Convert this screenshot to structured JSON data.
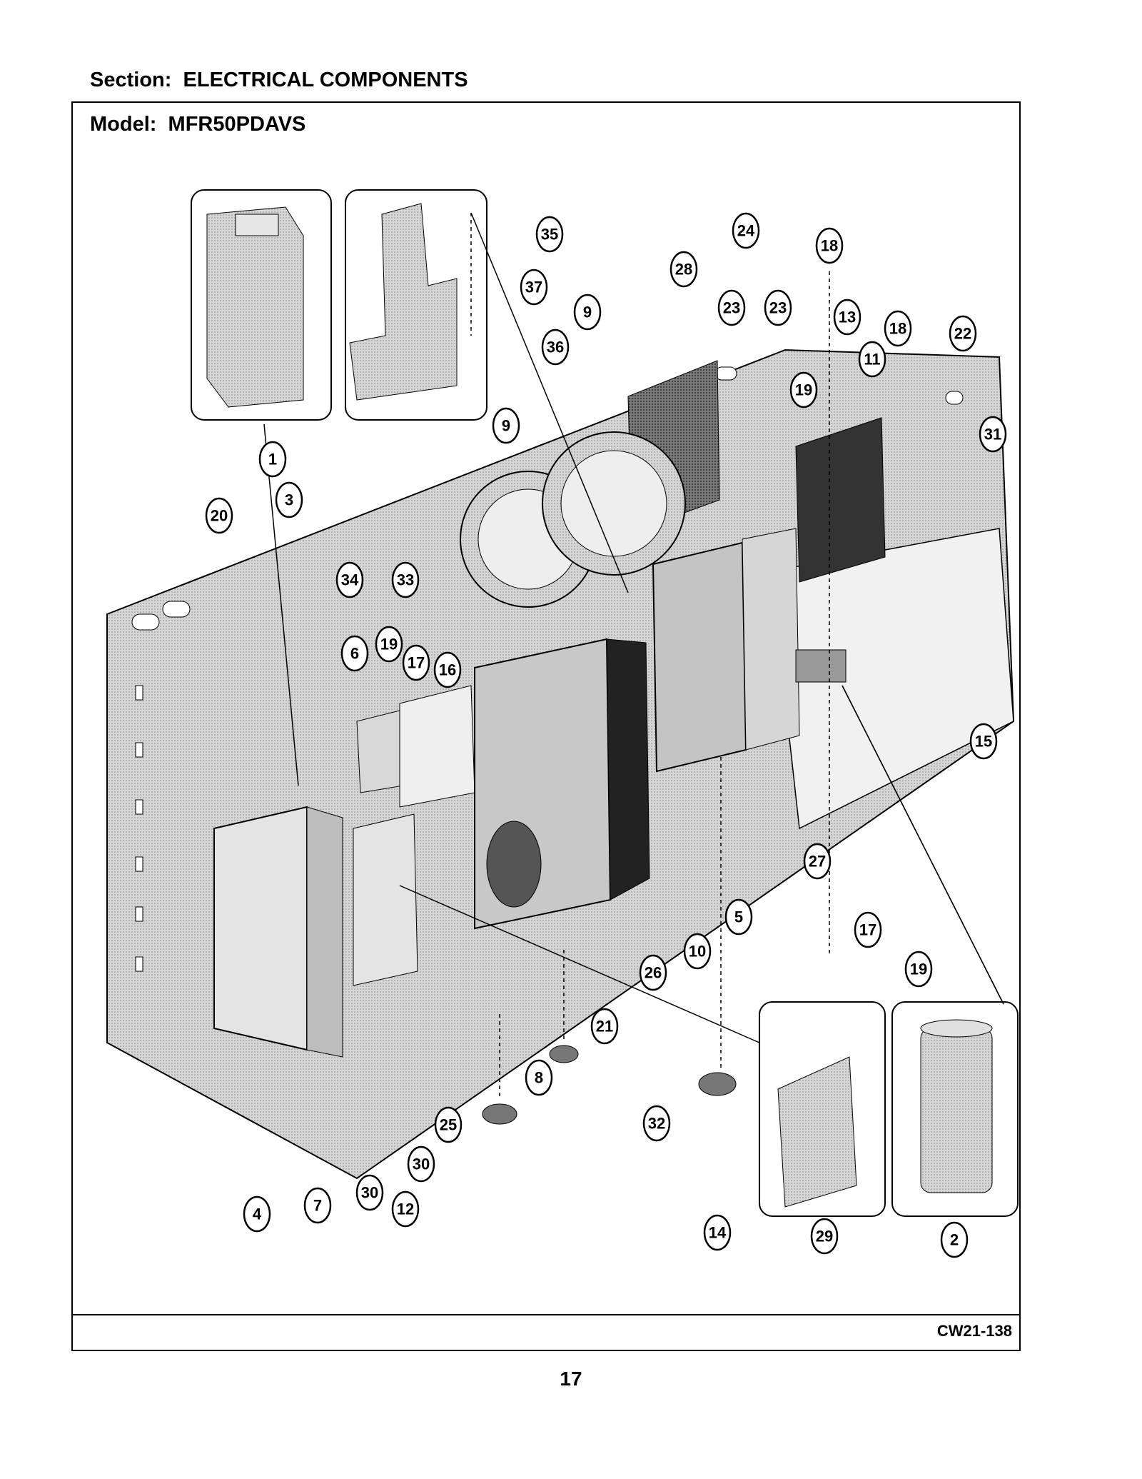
{
  "header": {
    "section": "Section:  ELECTRICAL COMPONENTS",
    "model": "Model:  MFR50PDAVS"
  },
  "footer": {
    "figure_code": "CW21-138",
    "page_number": "17"
  },
  "callouts": [
    "35",
    "37",
    "36",
    "9",
    "9",
    "28",
    "24",
    "23",
    "23",
    "18",
    "13",
    "11",
    "18",
    "22",
    "19",
    "31",
    "1",
    "3",
    "20",
    "34",
    "33",
    "19",
    "6",
    "17",
    "16",
    "15",
    "27",
    "17",
    "19",
    "5",
    "10",
    "26",
    "21",
    "8",
    "32",
    "14",
    "25",
    "30",
    "4",
    "7",
    "30",
    "12",
    "29",
    "2"
  ]
}
